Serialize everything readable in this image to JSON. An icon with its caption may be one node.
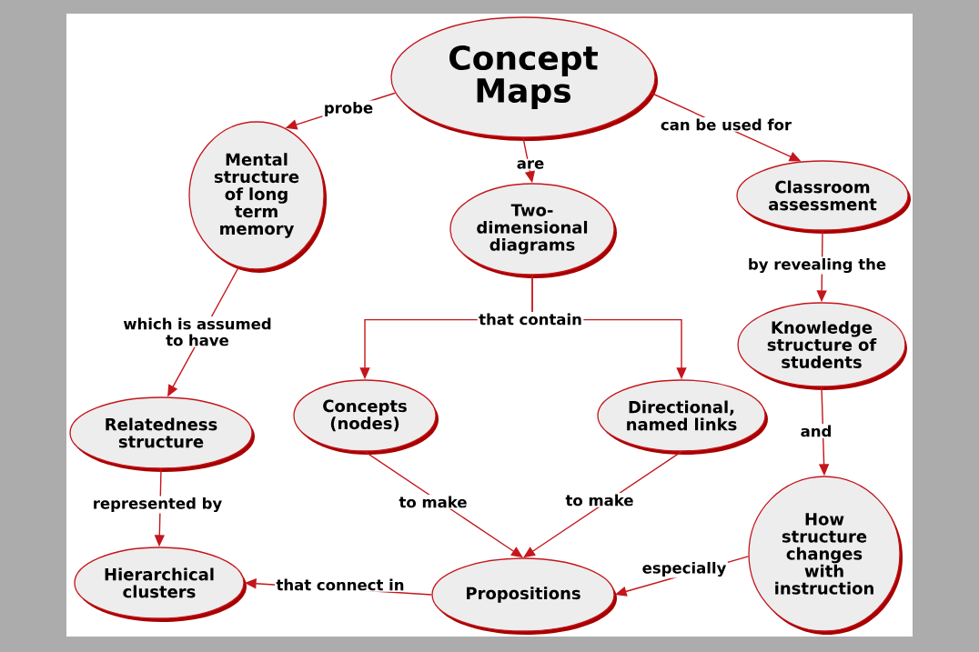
{
  "diagram": {
    "nodes": [
      {
        "text": [
          "Concept Maps"
        ]
      },
      {
        "text": [
          "Mental structure of long term memory"
        ]
      },
      {
        "text": [
          "Two- dimensional diagrams"
        ]
      },
      {
        "text": [
          "Classroom assessment"
        ]
      },
      {
        "text": [
          "Knowledge structure of students"
        ]
      },
      {
        "text": [
          "Relatedness structure"
        ]
      },
      {
        "text": [
          "Concepts (nodes)"
        ]
      },
      {
        "text": [
          "Directional, named links"
        ]
      },
      {
        "text": [
          "Hierarchical clusters"
        ]
      },
      {
        "text": [
          "Propositions"
        ]
      },
      {
        "text": [
          "How structure changes with instruction"
        ]
      }
    ],
    "edges": [
      {
        "from": 0,
        "to": 1,
        "arrow": "to",
        "label": "probe"
      },
      {
        "from": 0,
        "to": 2,
        "arrow": "to",
        "label": "are"
      },
      {
        "from": 0,
        "to": 3,
        "arrow": "to",
        "label": "can be used for"
      },
      {
        "from": 1,
        "to": 5,
        "arrow": "to",
        "label": "which is assumed to have"
      },
      {
        "from": 2,
        "to": 6,
        "arrow": "to",
        "label": "that contain"
      },
      {
        "from": 2,
        "to": 7,
        "arrow": "to"
      },
      {
        "from": 6,
        "to": 9,
        "arrow": "to",
        "label": "to make"
      },
      {
        "from": 7,
        "to": 9,
        "arrow": "to",
        "label": "to make"
      },
      {
        "from": 9,
        "to": 8,
        "arrow": "to",
        "label": "that connect in"
      },
      {
        "from": 10,
        "to": 9,
        "arrow": "to",
        "label": "especially"
      },
      {
        "from": 3,
        "to": 4,
        "arrow": "to",
        "label": "by revealing the"
      },
      {
        "from": 4,
        "to": 10,
        "arrow": "to",
        "label": "and"
      },
      {
        "from": 5,
        "to": 8,
        "arrow": "to",
        "label": "represented by"
      }
    ]
  }
}
